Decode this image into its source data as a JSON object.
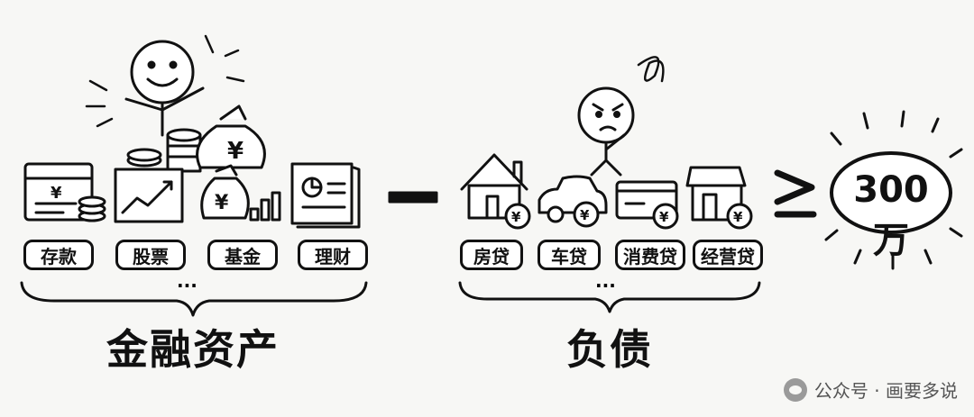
{
  "assets": {
    "labels": [
      "存款",
      "股票",
      "基金",
      "理财"
    ],
    "ellipsis": "...",
    "title": "金融资产"
  },
  "operator_minus": "−",
  "liabilities": {
    "labels": [
      "房贷",
      "车贷",
      "消费贷",
      "经营贷"
    ],
    "ellipsis": "...",
    "title": "负债"
  },
  "operator_ge": "≥",
  "target": "300万",
  "currency_symbol": "¥",
  "watermark": "公众号 · 画要多说",
  "icons": [
    "calendar-bank-icon",
    "stock-chart-icon",
    "money-bag-bar-icon",
    "report-document-icon",
    "house-icon",
    "car-icon",
    "credit-card-icon",
    "shop-icon",
    "happy-stickman",
    "worried-stickman"
  ]
}
